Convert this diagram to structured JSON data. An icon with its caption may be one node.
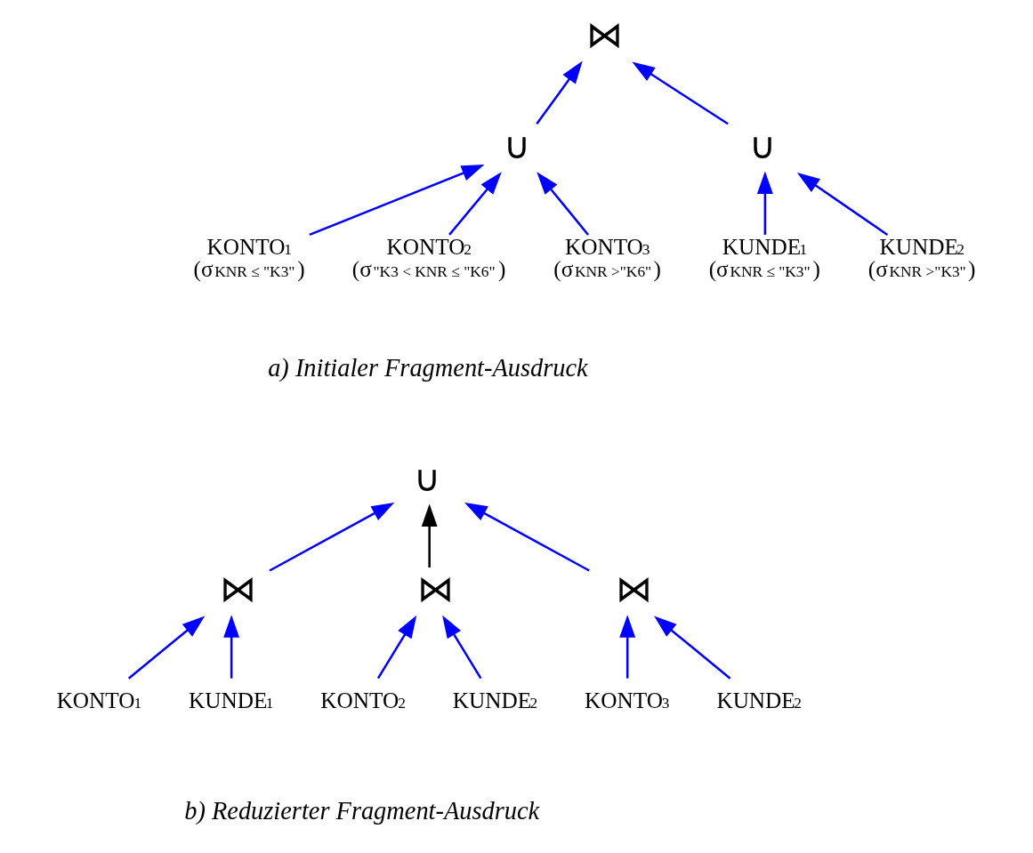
{
  "diagram": {
    "nodes": [
      {
        "text": [
          "⋈"
        ]
      },
      {
        "text": [
          "∪"
        ]
      },
      {
        "text": [
          "∪"
        ]
      },
      {
        "text": [
          "KONTO$_{1}$",
          "(σ$_{KNR ≤ \"K3\"}$)"
        ]
      },
      {
        "text": [
          "KONTO$_{2}$",
          "(σ$_{\"K3 < KNR ≤ \"K6\"}$)"
        ]
      },
      {
        "text": [
          "KONTO$_{3}$",
          "(σ$_{KNR >\"K6\"}$)"
        ]
      },
      {
        "text": [
          "KUNDE$_{1}$",
          "(σ$_{KNR ≤ \"K3\"}$)"
        ]
      },
      {
        "text": [
          "KUNDE$_{2}$",
          "(σ$_{KNR >\"K3\"}$)"
        ]
      },
      {
        "text": [
          "∪"
        ]
      },
      {
        "text": [
          "⋈"
        ]
      },
      {
        "text": [
          "⋈"
        ]
      },
      {
        "text": [
          "⋈"
        ]
      },
      {
        "text": [
          "KONTO$_{1}$"
        ]
      },
      {
        "text": [
          "KUNDE$_{1}$"
        ]
      },
      {
        "text": [
          "KONTO$_{2}$"
        ]
      },
      {
        "text": [
          "KUNDE$_{2}$"
        ]
      },
      {
        "text": [
          "KONTO$_{3}$"
        ]
      },
      {
        "text": [
          "KUNDE$_{2}$"
        ]
      }
    ],
    "edges": [
      {
        "from": 1,
        "to": 0,
        "arrow": "to"
      },
      {
        "from": 2,
        "to": 0,
        "arrow": "to"
      },
      {
        "from": 3,
        "to": 1,
        "arrow": "to"
      },
      {
        "from": 4,
        "to": 1,
        "arrow": "to"
      },
      {
        "from": 5,
        "to": 1,
        "arrow": "to"
      },
      {
        "from": 6,
        "to": 2,
        "arrow": "to"
      },
      {
        "from": 7,
        "to": 2,
        "arrow": "to"
      },
      {
        "from": 9,
        "to": 8,
        "arrow": "to"
      },
      {
        "from": 10,
        "to": 8,
        "arrow": "to",
        "color": "#000000"
      },
      {
        "from": 11,
        "to": 8,
        "arrow": "to"
      },
      {
        "from": 12,
        "to": 9,
        "arrow": "to"
      },
      {
        "from": 13,
        "to": 9,
        "arrow": "to"
      },
      {
        "from": 14,
        "to": 10,
        "arrow": "to"
      },
      {
        "from": 15,
        "to": 10,
        "arrow": "to"
      },
      {
        "from": 16,
        "to": 11,
        "arrow": "to"
      },
      {
        "from": 17,
        "to": 11,
        "arrow": "to"
      }
    ],
    "labels": [
      "a) Initialer Fragment-Ausdruck",
      "b) Reduzierter Fragment-Ausdruck"
    ]
  }
}
